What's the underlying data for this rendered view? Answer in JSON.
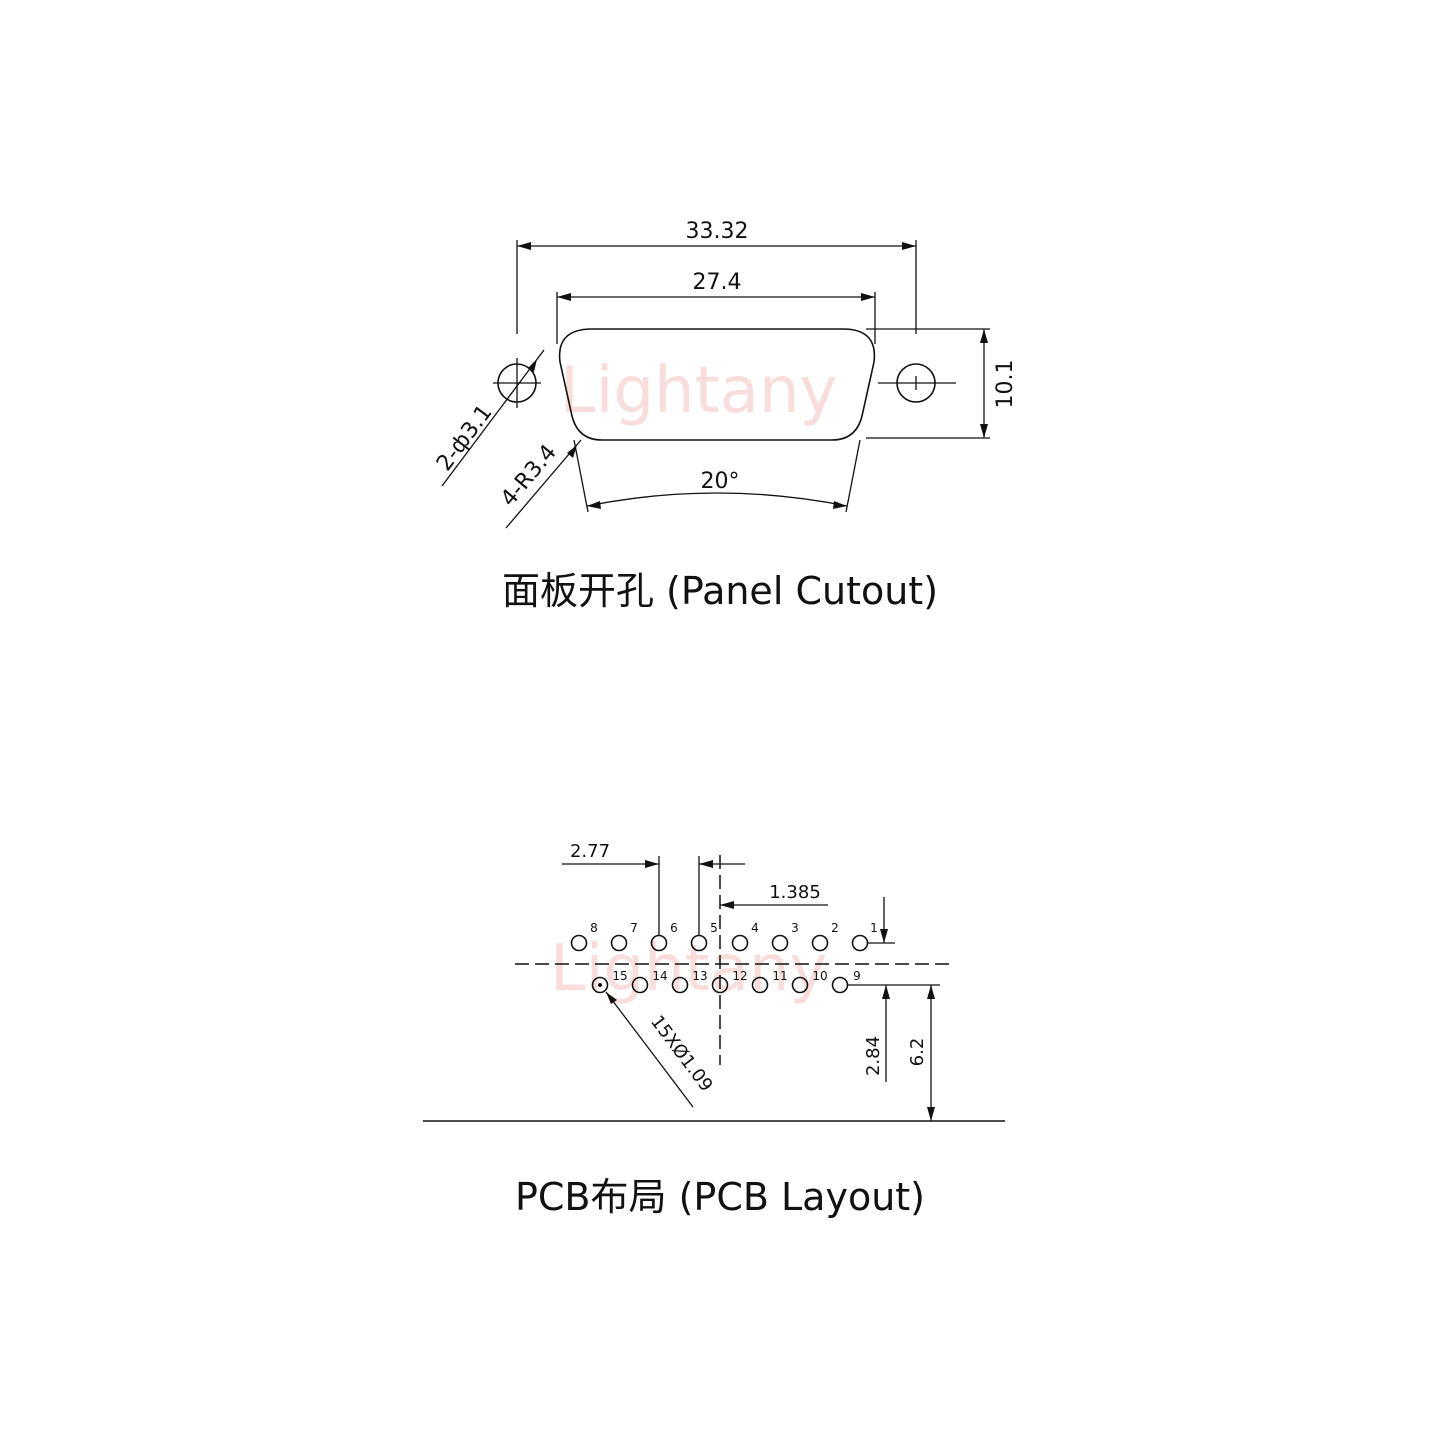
{
  "watermark": "Lightany",
  "panel_cutout": {
    "caption": "面板开孔 (Panel Cutout)",
    "dim_overall": "33.32",
    "dim_opening": "27.4",
    "dim_height": "10.1",
    "dim_holes": "2-ф3.1",
    "dim_radius": "4-R3.4",
    "dim_angle": "20°"
  },
  "pcb_layout": {
    "caption": "PCB布局 (PCB Layout)",
    "dim_pitch": "2.77",
    "dim_half_pitch": "1.385",
    "dim_row_offset": "2.84",
    "dim_board_offset": "6.2",
    "dim_pin_holes": "15XØ1.09",
    "top_row_pins": [
      "8",
      "7",
      "6",
      "5",
      "4",
      "3",
      "2",
      "1"
    ],
    "bottom_row_pins": [
      "15",
      "14",
      "13",
      "12",
      "11",
      "10",
      "9"
    ]
  }
}
